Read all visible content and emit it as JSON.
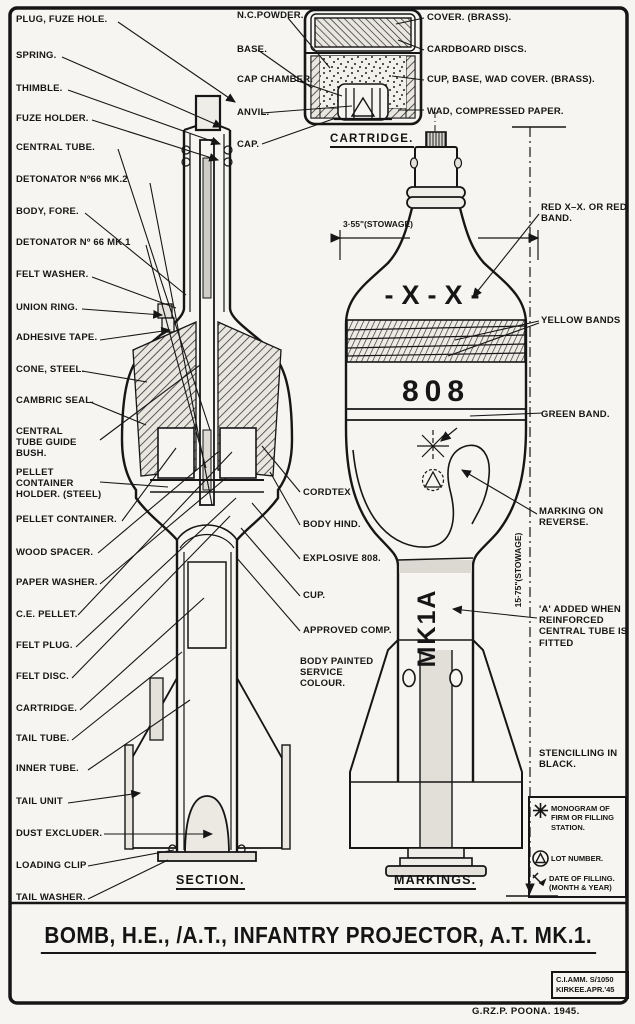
{
  "title_block": {
    "title": "BOMB, H.E., /A.T., INFANTRY PROJECTOR, A.T. MK.1.",
    "ref_line1": "C.I.AMM. S/1050",
    "ref_line2": "KIRKEE.APR.'45",
    "credit": "G.RZ.P. POONA. 1945."
  },
  "captions": {
    "cartridge": "CARTRIDGE.",
    "section": "SECTION.",
    "markings": "MARKINGS."
  },
  "labels": {
    "section_left": [
      "PLUG, FUZE HOLE.",
      "SPRING.",
      "THIMBLE.",
      "FUZE HOLDER.",
      "CENTRAL TUBE.",
      "DETONATOR Nº66 MK.2",
      "BODY, FORE.",
      "DETONATOR Nº 66 MK.1",
      "FELT WASHER.",
      "UNION RING.",
      "ADHESIVE TAPE.",
      "CONE, STEEL.",
      "CAMBRIC SEAL.",
      "CENTRAL TUBE GUIDE BUSH.",
      "PELLET CONTAINER HOLDER. (STEEL)",
      "PELLET CONTAINER.",
      "WOOD SPACER.",
      "PAPER WASHER.",
      "C.E. PELLET.",
      "FELT PLUG.",
      "FELT DISC.",
      "CARTRIDGE.",
      "TAIL TUBE.",
      "INNER TUBE.",
      "TAIL UNIT",
      "DUST EXCLUDER.",
      "LOADING CLIP",
      "TAIL WASHER."
    ],
    "cartridge_left": [
      "N.C.POWDER.",
      "BASE.",
      "CAP CHAMBER.",
      "ANVIL.",
      "CAP."
    ],
    "cartridge_right": [
      "COVER. (BRASS).",
      "CARDBOARD DISCS.",
      "CUP, BASE, WAD COVER. (BRASS).",
      "WAD, COMPRESSED PAPER."
    ],
    "mid": [
      "CORDTEX",
      "BODY HIND.",
      "EXPLOSIVE 808.",
      "CUP.",
      "APPROVED COMP.",
      "BODY PAINTED SERVICE COLOUR."
    ],
    "right": [
      "RED X–X. OR RED BAND.",
      "YELLOW BANDS",
      "GREEN BAND.",
      "MARKING ON REVERSE.",
      "'A' ADDED WHEN REINFORCED CENTRAL TUBE IS FITTED",
      "STENCILLING IN BLACK."
    ]
  },
  "dims": {
    "width": "3·55\"(STOWAGE)",
    "height": "15·75\"(STOWAGE)"
  },
  "stamps": {
    "x_marks": "-X-X-",
    "code_808": "808",
    "mark": "MK1A"
  },
  "legend": {
    "items": [
      {
        "icon": "monogram-star-icon",
        "text": "MONOGRAM OF FIRM OR FILLING STATION."
      },
      {
        "icon": "lot-number-icon",
        "text": "LOT NUMBER."
      },
      {
        "icon": "date-arrow-icon",
        "text": "DATE OF FILLING. (MONTH & YEAR)"
      }
    ]
  }
}
